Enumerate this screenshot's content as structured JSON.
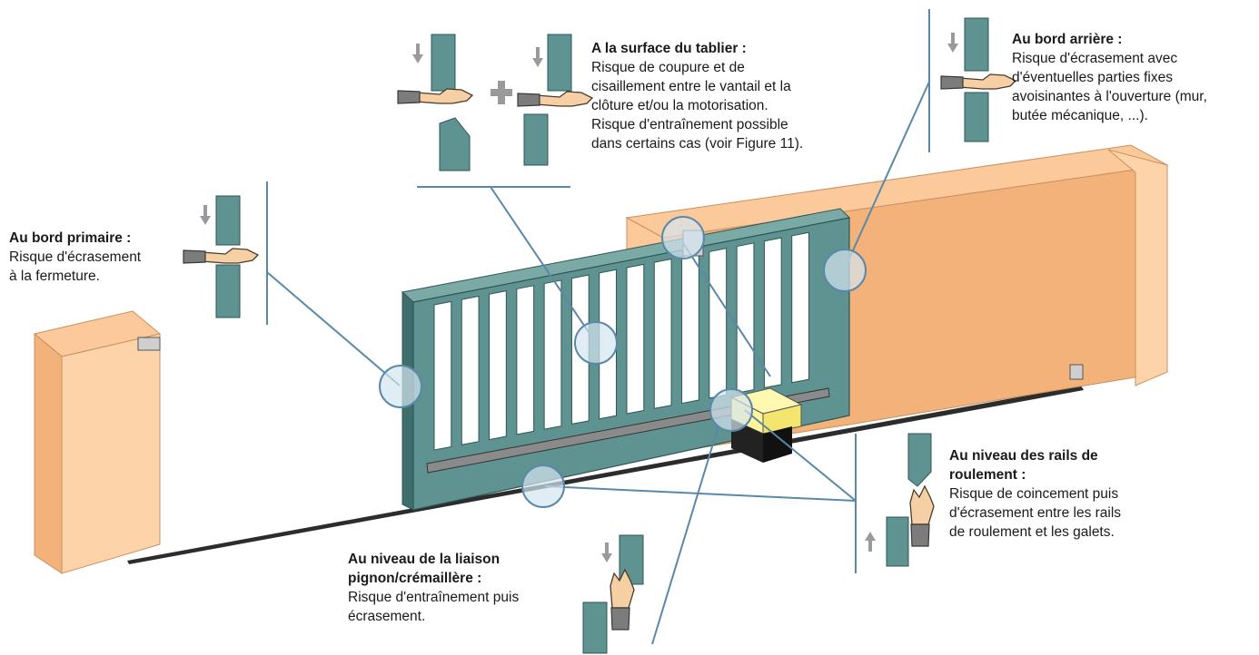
{
  "colors": {
    "gate": "#5e9391",
    "gate_dark": "#3f6f6d",
    "pillar": "#fcc99a",
    "pillar_side": "#f2b27a",
    "motor": "#fff59a",
    "leader": "#5a88a8",
    "circle_fill": "#d4e6ef"
  },
  "labels": {
    "primary": {
      "title": "Au bord primaire :",
      "text": "Risque d'écrasement\nà la fermeture."
    },
    "surface": {
      "title": "A la surface du tablier :",
      "text": "Risque de coupure et de\ncisaillement entre le vantail et la\nclôture et/ou la motorisation.\nRisque d'entraînement possible\ndans certains cas (voir Figure 11)."
    },
    "rear": {
      "title": "Au bord arrière :",
      "text": "Risque d'écrasement  avec\nd'éventuelles parties fixes\navoisinantes à l'ouverture (mur,\nbutée mécanique, ...)."
    },
    "rails": {
      "title": "Au niveau des rails de\nroulement :",
      "text": "Risque de coincement puis\nd'écrasement entre les rails\nde roulement et les galets."
    },
    "pinion": {
      "title": "Au niveau de la liaison\npignon/crémaillère :",
      "text": "Risque d'entraînement puis\nécrasement."
    }
  }
}
